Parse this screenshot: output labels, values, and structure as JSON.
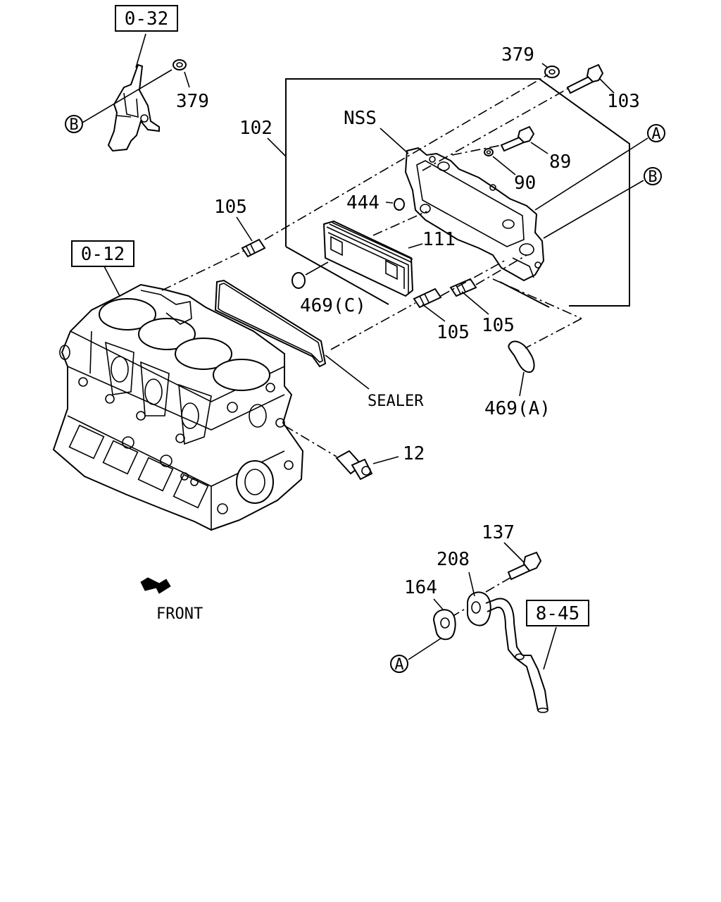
{
  "refs": {
    "r032": "0-32",
    "r012": "0-12",
    "r845": "8-45"
  },
  "parts": {
    "p379a": "379",
    "p379b": "379",
    "p103": "103",
    "p102": "102",
    "nss": "NSS",
    "p89": "89",
    "p90": "90",
    "p444": "444",
    "p111": "111",
    "p105a": "105",
    "p105b": "105",
    "p105c": "105",
    "p469c": "469(C)",
    "p469a": "469(A)",
    "sealer": "SEALER",
    "p12": "12",
    "p137": "137",
    "p208": "208",
    "p164": "164"
  },
  "markers": {
    "a1": "A",
    "b1": "B",
    "b2": "B",
    "a2": "A"
  },
  "front": "FRONT"
}
